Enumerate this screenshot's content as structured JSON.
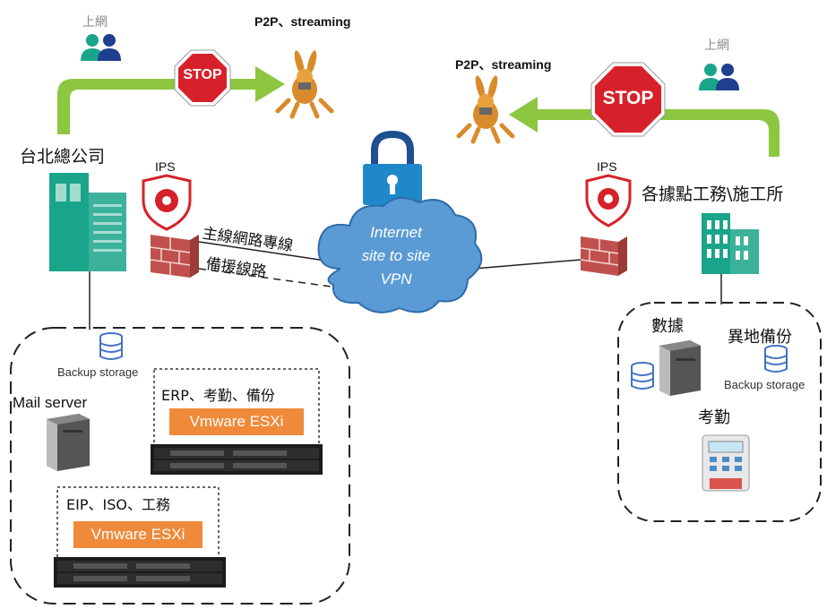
{
  "hq": {
    "title": "台北總公司",
    "online_label": "上網",
    "p2p_label": "P2P、streaming",
    "ips_label": "IPS",
    "stop_text": "STOP",
    "backup_storage_label": "Backup storage",
    "mail_server_label": "Mail server",
    "server1_label": "ERP、考勤、備份",
    "server1_platform": "Vmware ESXi",
    "server2_label": "EIP、ISO、工務",
    "server2_platform": "Vmware ESXi"
  },
  "links": {
    "primary_line": "主線網路專線",
    "backup_line": "備援線路"
  },
  "vpn": {
    "line1": "Internet",
    "line2": "site to site",
    "line3": "VPN"
  },
  "branch": {
    "title": "各據點工務\\施工所",
    "online_label": "上網",
    "p2p_label": "P2P、streaming",
    "ips_label": "IPS",
    "stop_text": "STOP",
    "data_label": "數據",
    "offsite_backup_label": "異地備份",
    "backup_storage_label": "Backup storage",
    "attendance_label": "考勤"
  },
  "colors": {
    "arrow_green": "#8dc63f",
    "stop_red": "#d7212a",
    "cloud_blue": "#5b9bd5",
    "building_teal": "#1aa58a",
    "esxi_orange": "#ef8a3a",
    "brick": "#c0504d",
    "lock_blue": "#1e88c9"
  }
}
